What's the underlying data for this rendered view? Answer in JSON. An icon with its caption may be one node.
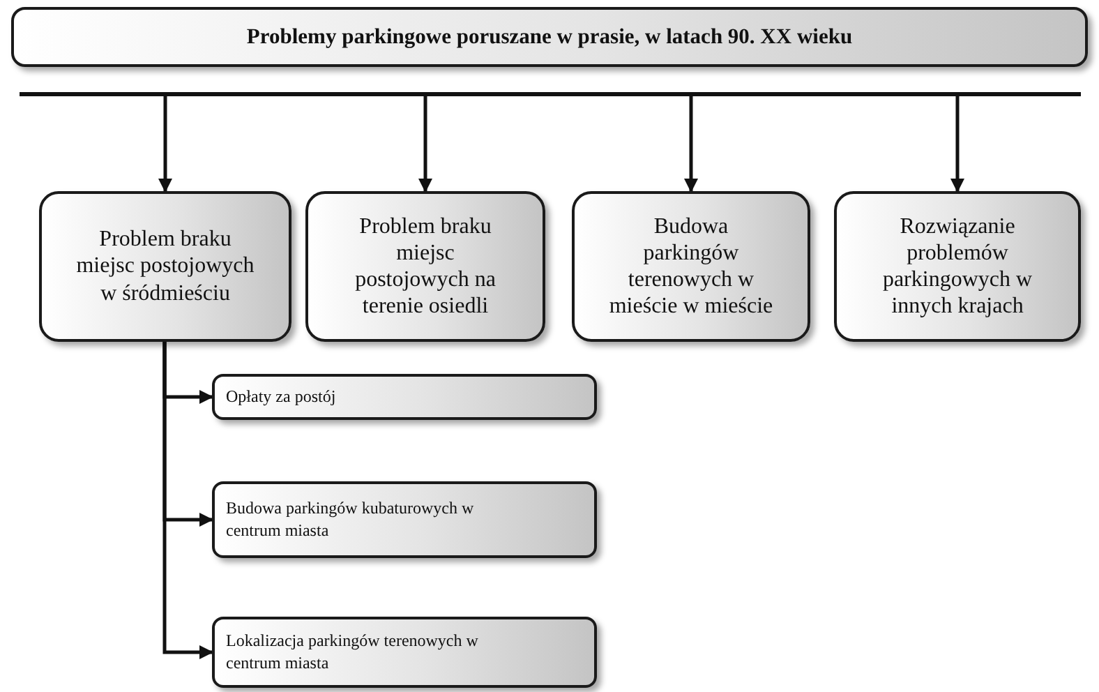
{
  "diagram": {
    "nodes": [
      {
        "text": [
          "Problemy parkingowe poruszane w prasie, w latach 90. XX wieku"
        ]
      },
      {
        "text": [],
        "shape": "bar"
      },
      {
        "text": [
          "Problem braku miejsc postojowych w śródmieściu"
        ]
      },
      {
        "text": [
          "Problem braku miejsc postojowych na terenie osiedli"
        ]
      },
      {
        "text": [
          "Budowa parkingów terenowych w mieście w mieście"
        ]
      },
      {
        "text": [
          "Rozwiązanie problemów parkingowych w innych krajach"
        ]
      },
      {
        "text": [
          "Opłaty za postój"
        ]
      },
      {
        "text": [
          "Budowa parkingów kubaturowych w centrum miasta"
        ]
      },
      {
        "text": [
          "Lokalizacja parkingów terenowych w centrum miasta"
        ]
      }
    ],
    "edges": [
      {
        "from": 1,
        "to": 2,
        "arrow": "to"
      },
      {
        "from": 1,
        "to": 3,
        "arrow": "to"
      },
      {
        "from": 1,
        "to": 4,
        "arrow": "to"
      },
      {
        "from": 1,
        "to": 5,
        "arrow": "to"
      },
      {
        "from": 2,
        "to": 6,
        "arrow": "to"
      },
      {
        "from": 2,
        "to": 7,
        "arrow": "to"
      },
      {
        "from": 2,
        "to": 8,
        "arrow": "to"
      }
    ]
  }
}
